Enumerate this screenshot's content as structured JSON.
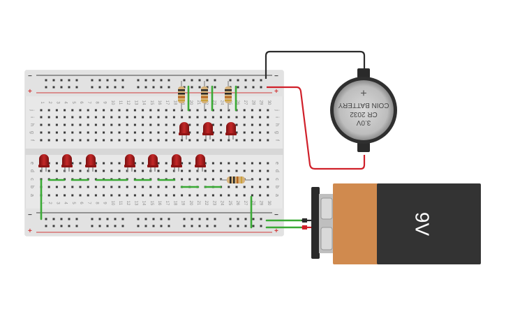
{
  "breadboard": {
    "rail_signs": {
      "minus": "−",
      "plus": "+"
    },
    "column_numbers": [
      "1",
      "2",
      "3",
      "4",
      "5",
      "6",
      "7",
      "8",
      "9",
      "10",
      "11",
      "12",
      "13",
      "14",
      "15",
      "16",
      "17",
      "18",
      "19",
      "20",
      "21",
      "22",
      "23",
      "24",
      "25",
      "26",
      "27",
      "28",
      "29",
      "30"
    ],
    "row_letters_top": [
      "j",
      "i",
      "h",
      "g",
      "f"
    ],
    "row_letters_bottom": [
      "e",
      "d",
      "c",
      "b",
      "a"
    ]
  },
  "coin_battery": {
    "line1": "3.0V",
    "line2": "CR 2032",
    "line3": "COIN BATTERY",
    "plus": "+"
  },
  "battery_9v": {
    "label": "9V"
  },
  "colors": {
    "board": "#e6e6e6",
    "hole": "#3a3a3a",
    "rail_red": "#d23a3a",
    "wire_red": "#d0202a",
    "wire_black": "#2b2b2b",
    "wire_green": "#3aaa35",
    "led": "#b21e1e",
    "battery_copper": "#d08a4e",
    "battery_dark": "#333333"
  }
}
